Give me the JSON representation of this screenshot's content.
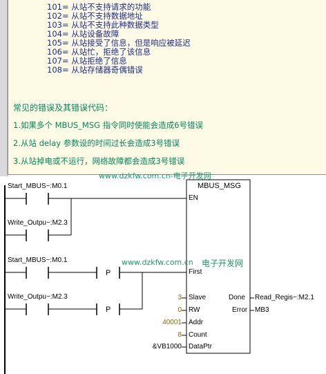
{
  "comment": {
    "codes": [
      "101= 从站不支持请求的功能",
      "102= 从站不支持数据地址",
      "103= 从站不支持此种数据类型",
      "104= 从站设备故障",
      "105= 从站接受了信息，但是响应被延迟",
      "106= 从站忙，拒绝了该信息",
      "107= 从站拒绝了信息",
      "108= 从站存储器奇偶错误"
    ],
    "errors_title": "常见的错误及其错误代码：",
    "errors": [
      "1.如果多个 MBUS_MSG 指令同时使能会造成6号错误",
      "2.从站 delay 参数设的时间过长会造成3号错误",
      "3.从站掉电或不运行，网络故障都会造成3号错误"
    ]
  },
  "watermark": {
    "top": "www.dzkfw.com.cn-电子开发网",
    "mid_url": "www.dzkfw.com.cn",
    "mid_text": "电子开发网"
  },
  "ladder": {
    "contacts": {
      "c1": "Start_MBUS~:M0.1",
      "c2": "Write_Outpu~:M2.3",
      "c3": "Start_MBUS~:M0.1",
      "c4": "Write_Outpu~:M2.3"
    },
    "pulse_label": "P",
    "block": {
      "title": "MBUS_MSG",
      "pins_in": [
        "EN",
        "First",
        "Slave",
        "RW",
        "Addr",
        "Count",
        "DataPtr"
      ],
      "pins_out": [
        "Done",
        "Error"
      ]
    },
    "inputs": {
      "slave": "3",
      "rw": "0",
      "addr": "40001",
      "count": "8",
      "dataptr": "&VB1000"
    },
    "outputs": {
      "done": "Read_Regis~:M2.1",
      "error": "MB3"
    }
  }
}
